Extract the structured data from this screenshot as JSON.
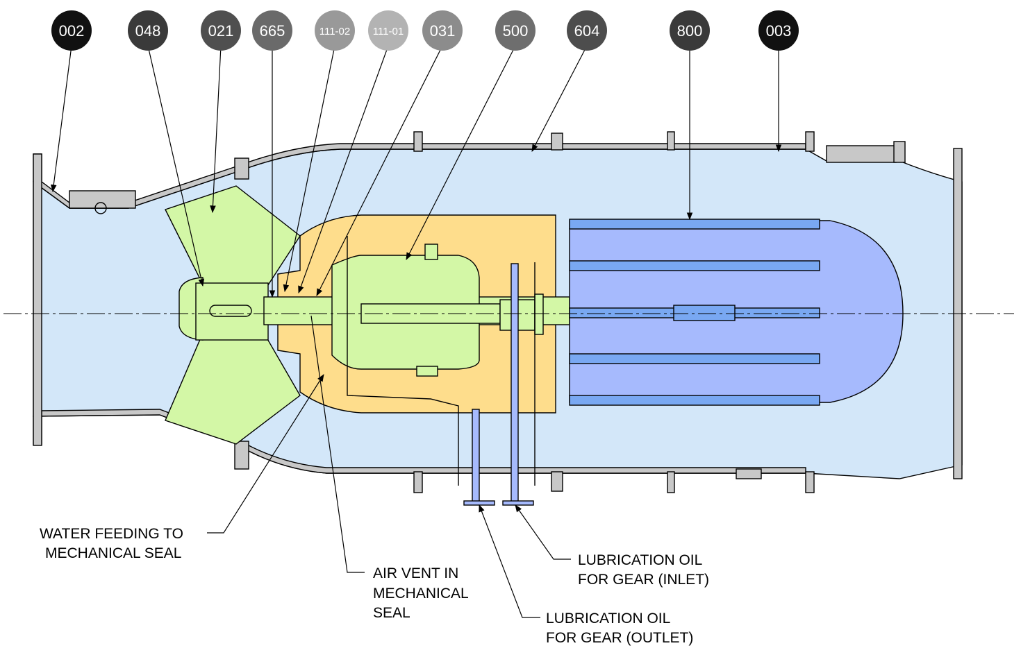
{
  "badges": [
    {
      "id": "002",
      "fill": "#111111"
    },
    {
      "id": "048",
      "fill": "#3a3a3a"
    },
    {
      "id": "021",
      "fill": "#4f4f4f"
    },
    {
      "id": "665",
      "fill": "#6a6a6a"
    },
    {
      "id": "111-02",
      "fill": "#999999"
    },
    {
      "id": "111-01",
      "fill": "#b3b3b3"
    },
    {
      "id": "031",
      "fill": "#8c8c8c"
    },
    {
      "id": "500",
      "fill": "#6e6e6e"
    },
    {
      "id": "604",
      "fill": "#4d4d4d"
    },
    {
      "id": "800",
      "fill": "#3a3a3a"
    },
    {
      "id": "003",
      "fill": "#111111"
    }
  ],
  "labels": {
    "water_feeding": [
      "WATER FEEDING TO",
      "MECHANICAL SEAL"
    ],
    "air_vent": [
      "AIR VENT IN",
      "MECHANICAL",
      "SEAL"
    ],
    "oil_inlet": [
      "LUBRICATION OIL",
      "FOR GEAR (INLET)"
    ],
    "oil_outlet": [
      "LUBRICATION OIL",
      "FOR GEAR (OUTLET)"
    ]
  },
  "colors": {
    "water": "#d3e7f9",
    "casing": "#c8c8c8",
    "impeller": "#d3f7a6",
    "gear_housing": "#fedd8c",
    "gear": "#d3f7a6",
    "motor": "#a6bafd",
    "motor_bars": "#79a8f2",
    "pipes": "#a6bafd"
  }
}
